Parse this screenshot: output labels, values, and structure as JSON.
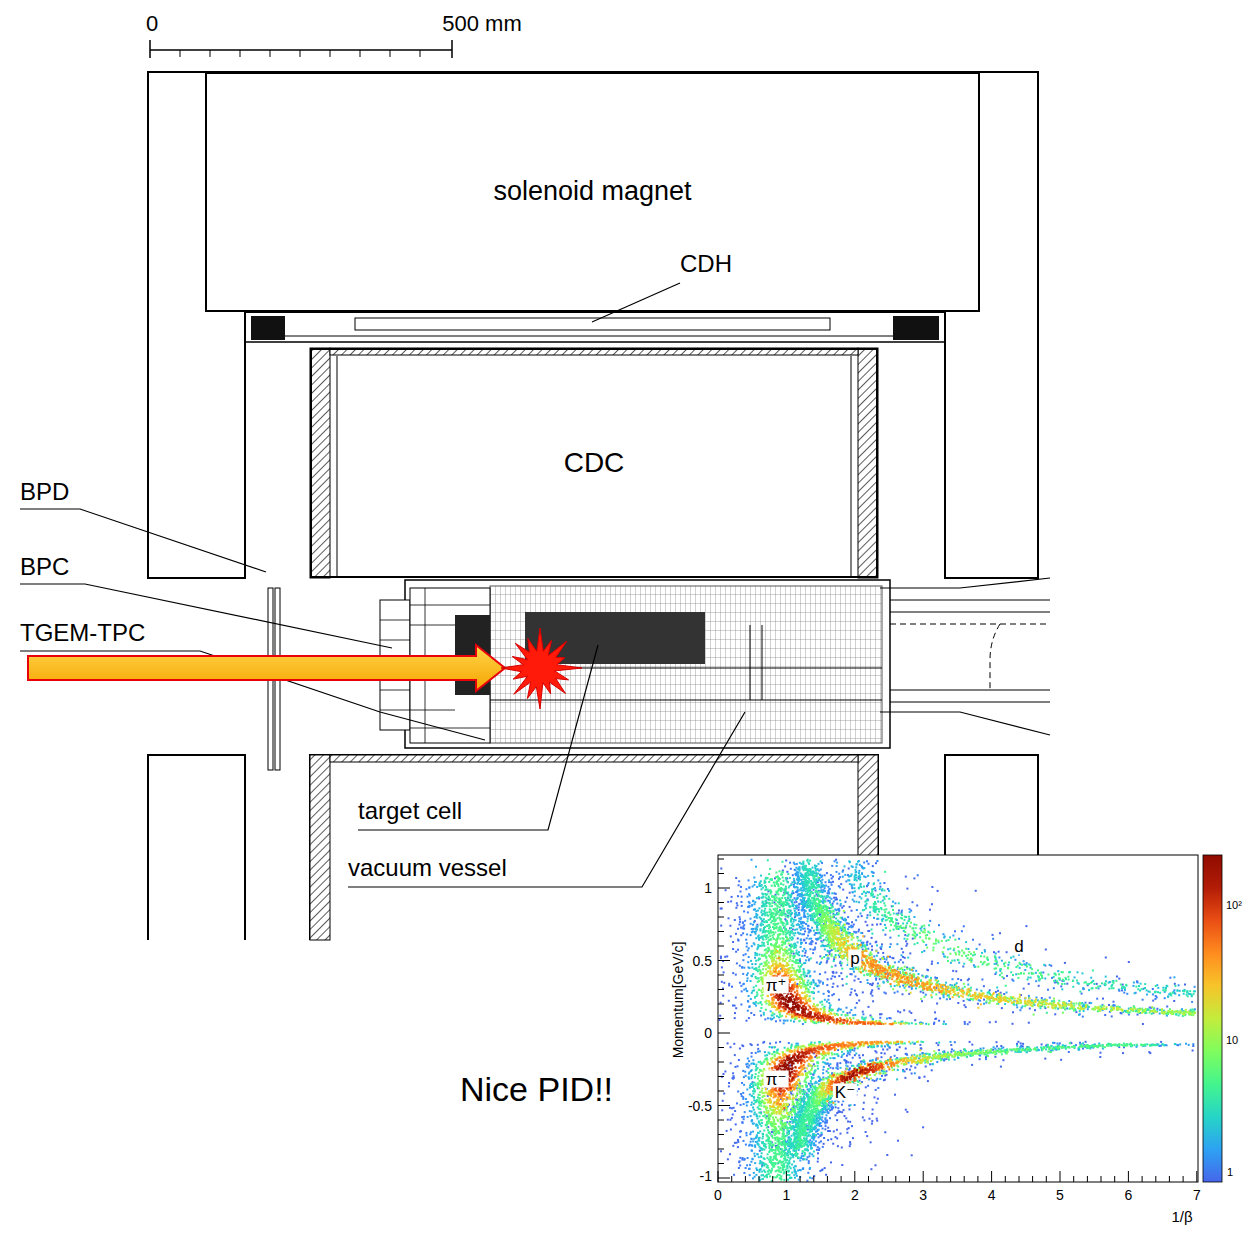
{
  "diagram": {
    "nodes": [
      {
        "text": [
          "solenoid magnet"
        ]
      },
      {
        "text": [
          "CDC"
        ]
      }
    ],
    "labels": [
      "0",
      "500 mm",
      "CDH",
      "BPD",
      "BPC",
      "TGEM-TPC",
      "target cell",
      "vacuum vessel",
      "Momentum[GeV/c]",
      "1",
      "0.5",
      "0",
      "-0.5",
      "-1",
      "d",
      "p",
      "π⁺",
      "π⁻",
      "K⁻",
      "10²",
      "10",
      "1",
      "Nice PID!!",
      "0",
      "1",
      "2",
      "3",
      "4",
      "5",
      "6",
      "7",
      "1/β"
    ]
  }
}
